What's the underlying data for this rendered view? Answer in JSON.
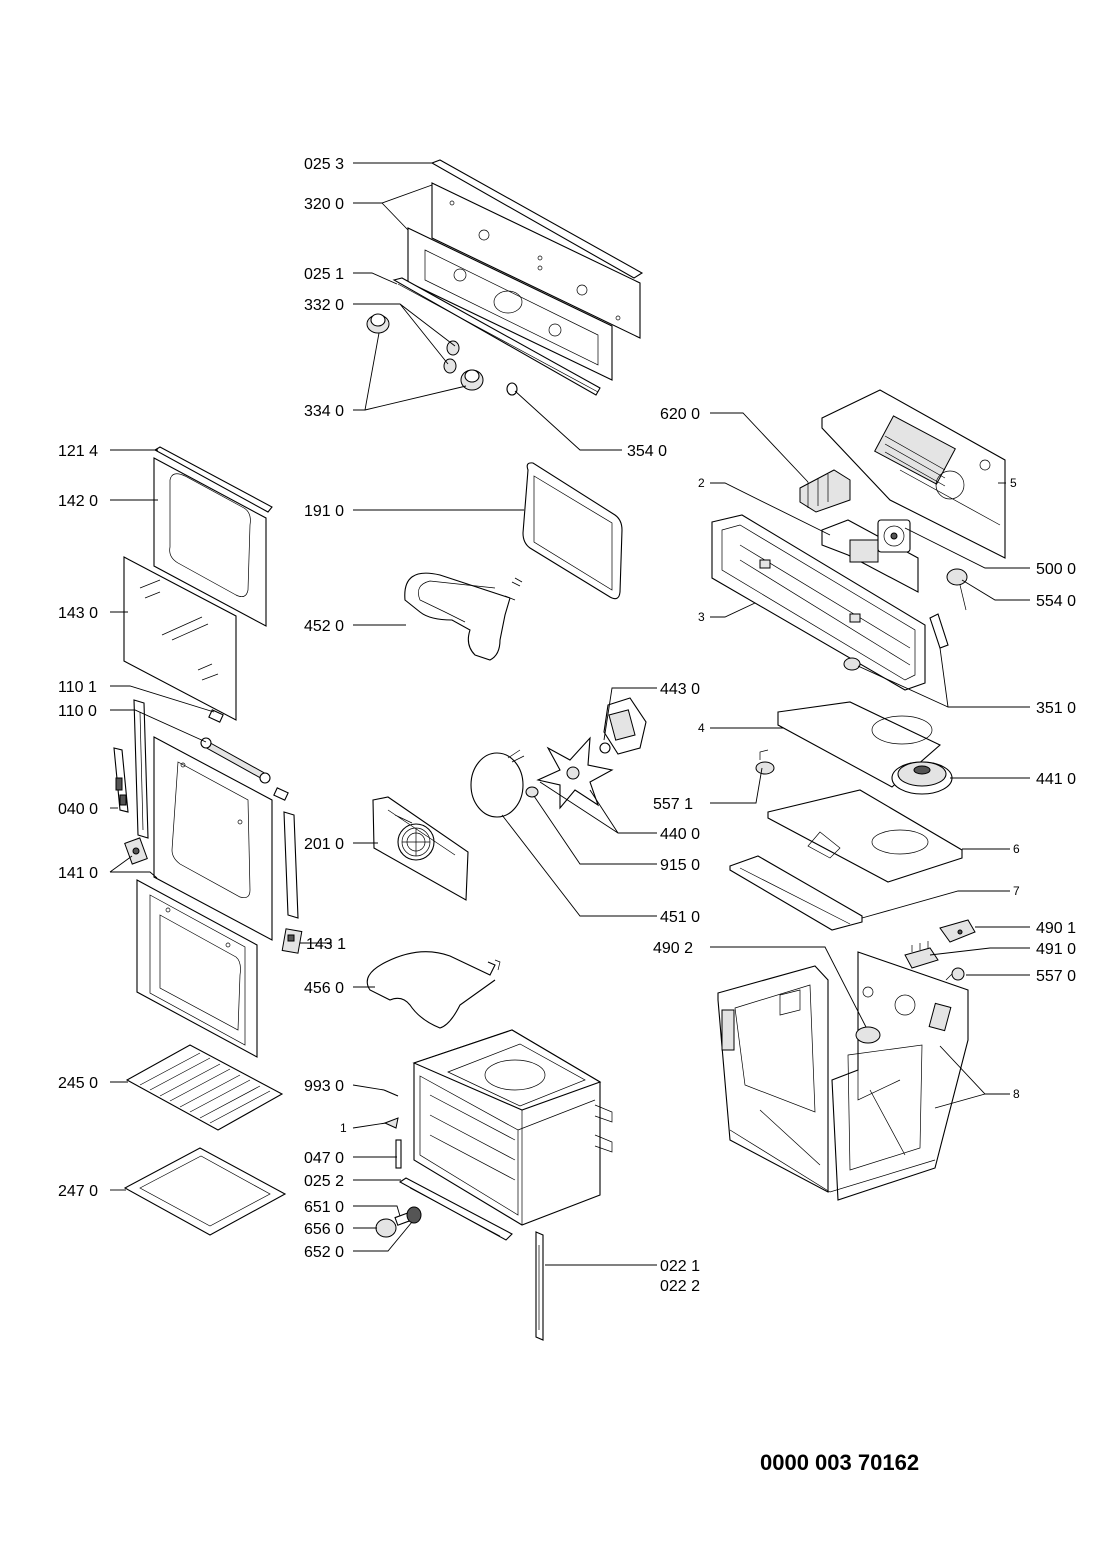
{
  "labels": {
    "l0253": "025 3",
    "l3200": "320 0",
    "l0251": "025 1",
    "l3320": "332 0",
    "l3340": "334 0",
    "l3540": "354 0",
    "l6200": "620 0",
    "l1214": "121 4",
    "l1420": "142 0",
    "l1910": "191 0",
    "l2": "2",
    "l5": "5",
    "l5000": "500 0",
    "l5540": "554 0",
    "l3": "3",
    "l1430": "143 0",
    "l4520": "452 0",
    "l1101": "110 1",
    "l4430": "443 0",
    "l3510": "351 0",
    "l1100": "110 0",
    "l4": "4",
    "l4410": "441 0",
    "l0400": "040 0",
    "l5571": "557 1",
    "l4400": "440 0",
    "l2010": "201 0",
    "l6": "6",
    "l1410": "141 0",
    "l9150": "915 0",
    "l7": "7",
    "l4510": "451 0",
    "l4901": "490 1",
    "l1431": "143 1",
    "l4902": "490 2",
    "l4910": "491 0",
    "l4560": "456 0",
    "l5570": "557 0",
    "l2450": "245 0",
    "l9930": "993 0",
    "l8": "8",
    "l1": "1",
    "l0470": "047 0",
    "l0252": "025 2",
    "l2470": "247 0",
    "l6510": "651 0",
    "l6560": "656 0",
    "l6520": "652 0",
    "l0221": "022 1",
    "l0222": "022 2"
  },
  "document_code": "0000 003 70162"
}
